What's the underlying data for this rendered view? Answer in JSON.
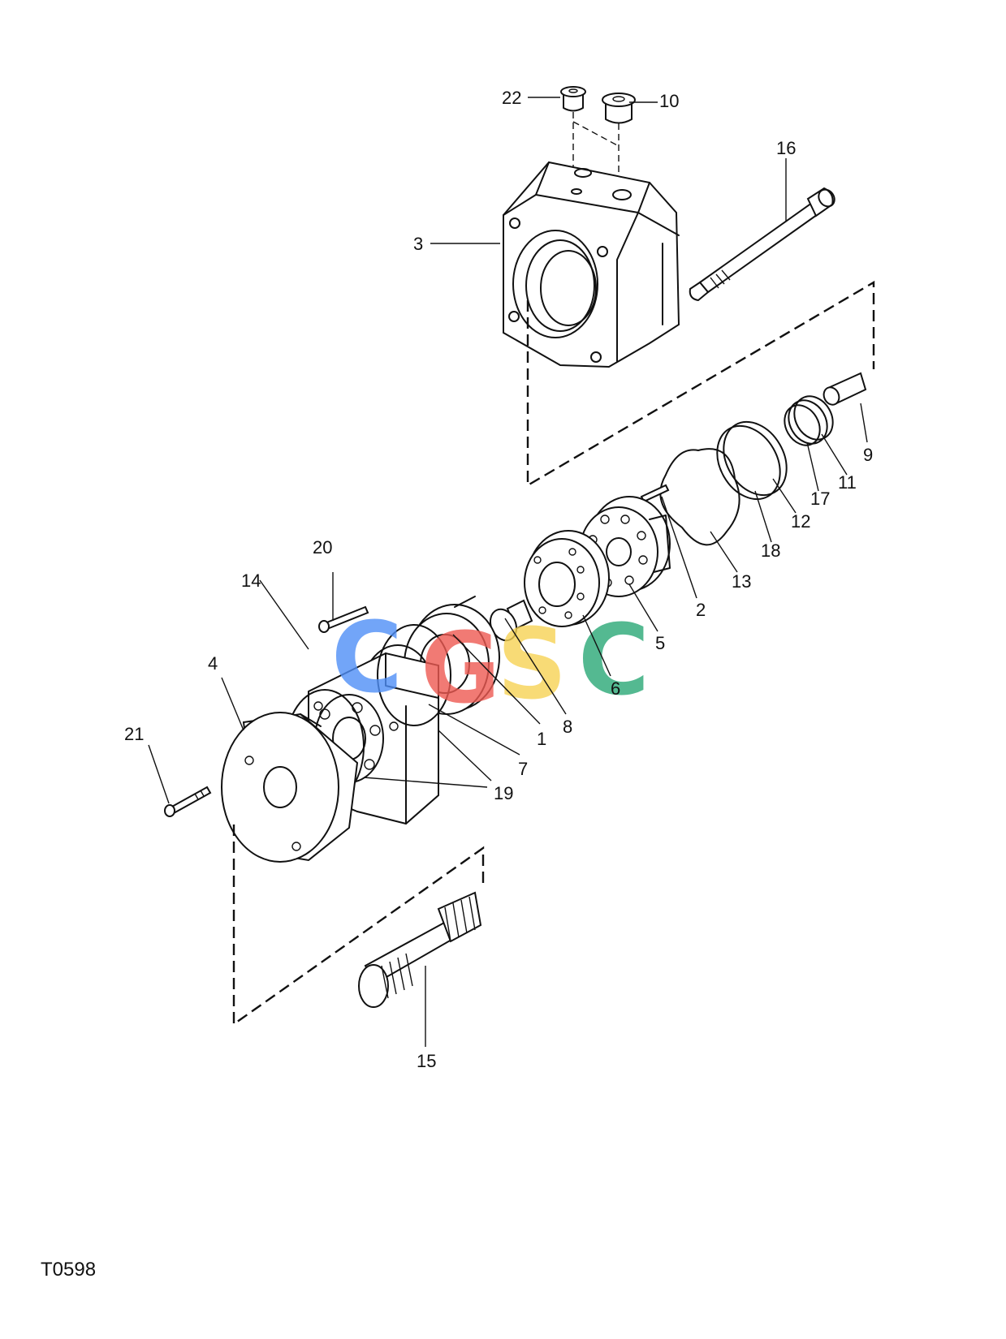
{
  "diagram": {
    "drawing_code": "T0598",
    "watermark": {
      "letters": [
        "C",
        "G",
        "S",
        "C"
      ],
      "colors": [
        "#4f8ff7",
        "#ee5a52",
        "#f7d354",
        "#2aa876"
      ]
    },
    "part_labels": {
      "p1": "1",
      "p2": "2",
      "p3": "3",
      "p4": "4",
      "p5": "5",
      "p6": "6",
      "p7": "7",
      "p8": "8",
      "p9": "9",
      "p10": "10",
      "p11": "11",
      "p12": "12",
      "p13": "13",
      "p14": "14",
      "p15": "15",
      "p16": "16",
      "p17": "17",
      "p18": "18",
      "p19": "19",
      "p20": "20",
      "p21": "21",
      "p22": "22"
    }
  }
}
